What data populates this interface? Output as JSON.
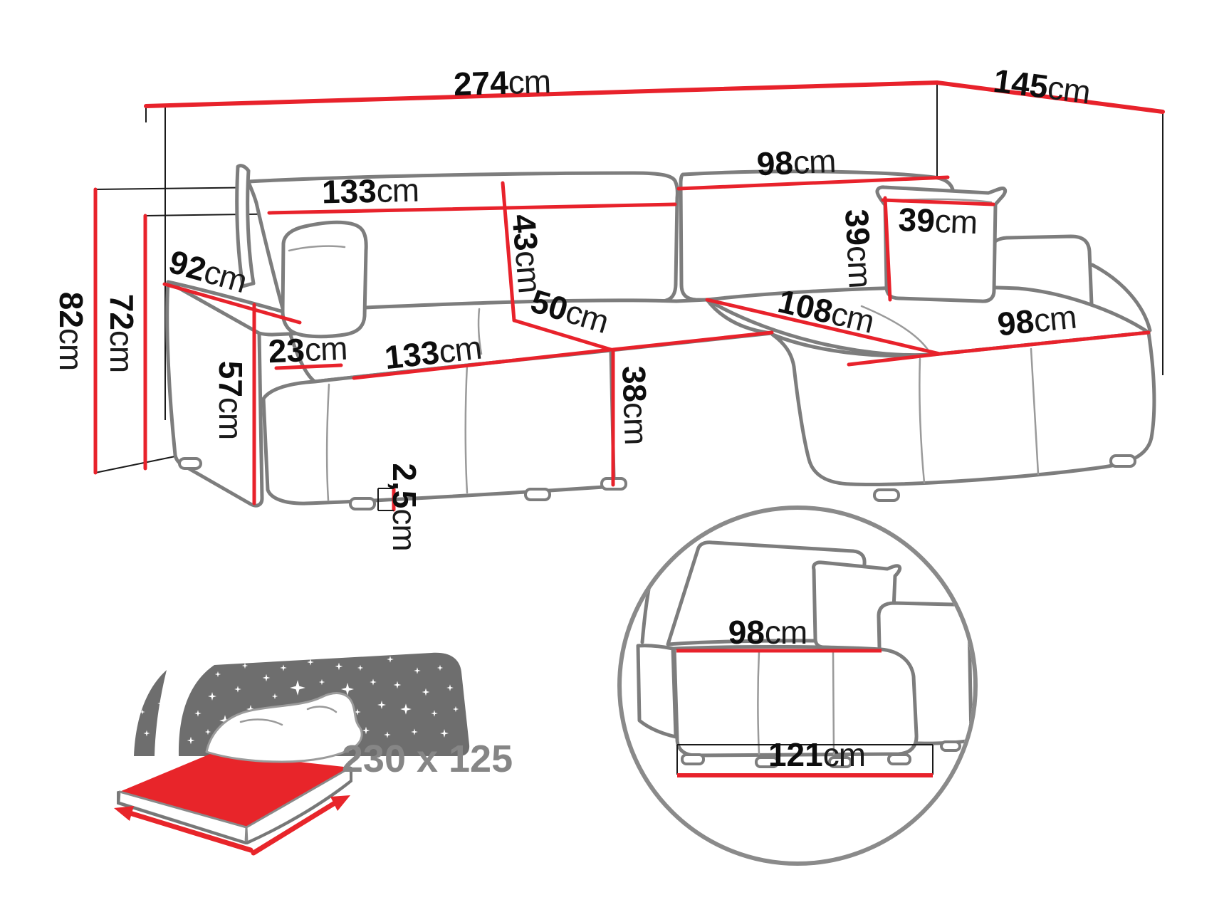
{
  "page": {
    "background": "#ffffff",
    "description": "Corner sofa-bed technical dimensions diagram"
  },
  "colors": {
    "dimension_red": "#e8222b",
    "outline_gray": "#7d7d7d",
    "label_black": "#111111",
    "icon_gray": "#6e6e6e",
    "muted_text_gray": "#868686"
  },
  "icons": {
    "sleep_function": "bed-with-starry-night-icon",
    "detail_view": "magnified-circle-detail-icon"
  },
  "diagram": {
    "sofa": {
      "overall": {
        "width": {
          "value": "274",
          "unit": "cm"
        },
        "depth": {
          "value": "145",
          "unit": "cm"
        },
        "height": {
          "value": "82",
          "unit": "cm"
        },
        "backrest_floor_height": {
          "value": "72",
          "unit": "cm"
        }
      },
      "backrest": {
        "left_width": {
          "value": "133",
          "unit": "cm"
        },
        "right_width": {
          "value": "98",
          "unit": "cm"
        },
        "cushion_height": {
          "value": "43",
          "unit": "cm"
        }
      },
      "seat": {
        "width": {
          "value": "133",
          "unit": "cm"
        },
        "front_depth": {
          "value": "50",
          "unit": "cm"
        },
        "height": {
          "value": "38",
          "unit": "cm"
        }
      },
      "armrest": {
        "length": {
          "value": "92",
          "unit": "cm"
        },
        "width": {
          "value": "23",
          "unit": "cm"
        },
        "height": {
          "value": "57",
          "unit": "cm"
        }
      },
      "chaise": {
        "length": {
          "value": "108",
          "unit": "cm"
        },
        "width": {
          "value": "98",
          "unit": "cm"
        }
      },
      "pillow": {
        "width": {
          "value": "39",
          "unit": "cm"
        },
        "height": {
          "value": "39",
          "unit": "cm"
        }
      },
      "legs": {
        "height": {
          "value": "2,5",
          "unit": "cm"
        }
      }
    },
    "sleeping_area": {
      "label": "230 x 125"
    },
    "detail_view": {
      "seat_width": {
        "value": "98",
        "unit": "cm"
      },
      "module_width": {
        "value": "121",
        "unit": "cm"
      }
    }
  }
}
